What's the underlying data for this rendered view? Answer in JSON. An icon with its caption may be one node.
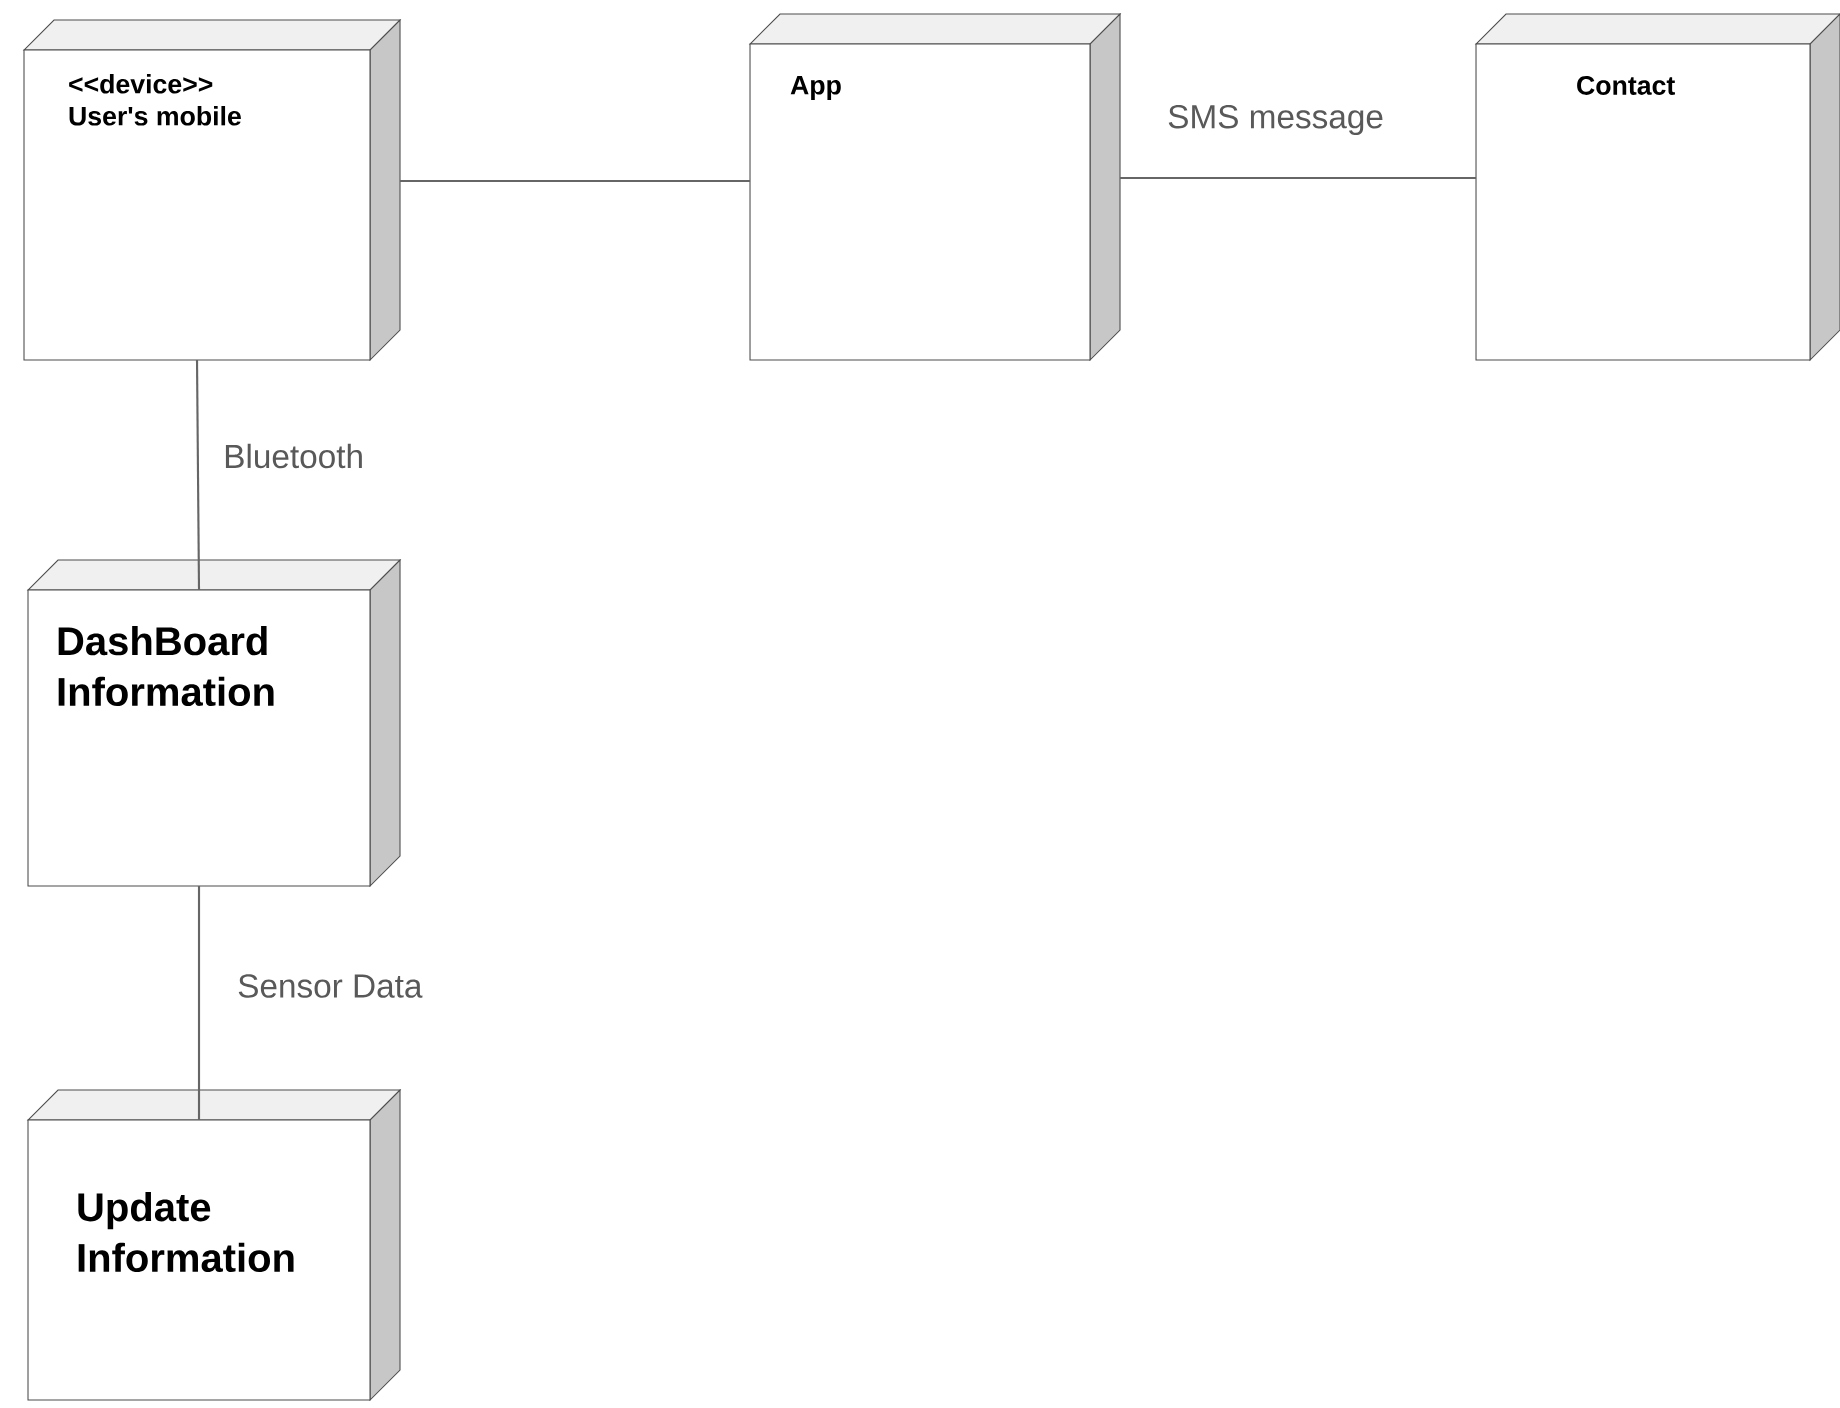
{
  "diagram": {
    "nodes": [
      {
        "text": [
          "<<device>>",
          "User's mobile"
        ]
      },
      {
        "text": [
          "App"
        ]
      },
      {
        "text": [
          "Contact"
        ]
      },
      {
        "text": [
          "DashBoard Information"
        ]
      },
      {
        "text": [
          "Update Information"
        ]
      }
    ],
    "edges": [
      {
        "from": 0,
        "to": 1,
        "arrow": "none"
      },
      {
        "from": 1,
        "to": 2,
        "arrow": "none",
        "label": "SMS message"
      },
      {
        "from": 0,
        "to": 3,
        "arrow": "none",
        "label": "Bluetooth"
      },
      {
        "from": 3,
        "to": 4,
        "arrow": "none",
        "label": "Sensor Data"
      }
    ]
  }
}
